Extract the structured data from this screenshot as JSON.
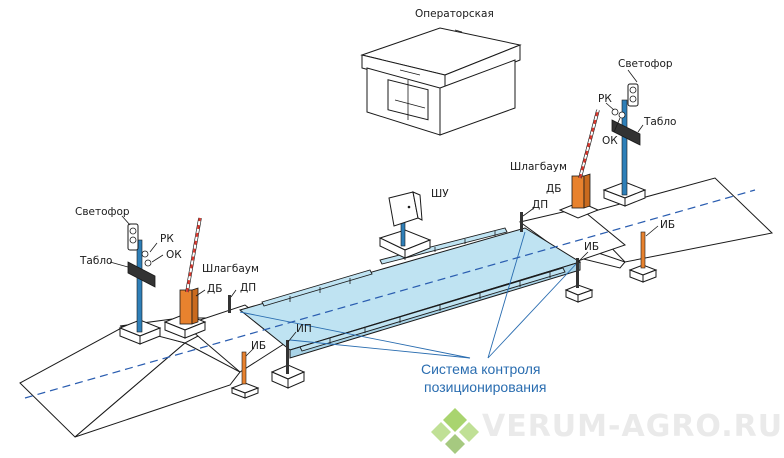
{
  "labels": {
    "operator_room": "Операторская",
    "traffic_light_right": "Светофор",
    "traffic_light_left": "Светофор",
    "rk_right": "РК",
    "ok_right": "ОК",
    "tablo_right": "Табло",
    "rk_left": "РК",
    "ok_left": "ОК",
    "tablo_left": "Табло",
    "barrier_right": "Шлагбаум",
    "barrier_left": "Шлагбаум",
    "db_right": "ДБ",
    "db_left": "ДБ",
    "dp_right": "ДП",
    "dp_left": "ДП",
    "ib_right_near": "ИБ",
    "ib_right_far": "ИБ",
    "ib_left": "ИБ",
    "ip": "ИП",
    "shu": "ШУ"
  },
  "caption": {
    "line1": "Система контроля",
    "line2": "позиционирования"
  },
  "brand": "VERUM-AGRO.RU",
  "colors": {
    "platform": "#bfe3f2",
    "cabinet_post": "#2e7fb8",
    "barrier_body": "#e8822e",
    "caption": "#2a6db0",
    "axis_line": "#2a5db0"
  }
}
